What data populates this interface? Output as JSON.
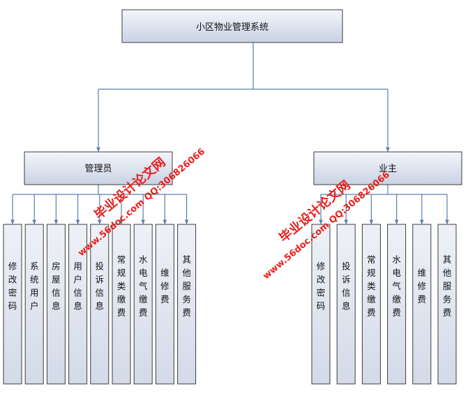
{
  "diagram": {
    "root": {
      "label": "小区物业管理系统"
    },
    "branches": [
      {
        "label": "管理员",
        "children": [
          "修改密码",
          "系统用户",
          "房屋信息",
          "用户信息",
          "投诉信息",
          "常规类缴费",
          "水电气缴费",
          "维修费",
          "其他服务费"
        ]
      },
      {
        "label": "业主",
        "children": [
          "修改密码",
          "投诉信息",
          "常规类缴费",
          "水电气缴费",
          "维修费",
          "其他服务费"
        ]
      }
    ]
  },
  "watermarks": [
    {
      "line1": "毕业设计论文网",
      "line2": "www.56doc.com  QQ:306826066"
    },
    {
      "line1": "毕业设计论文网",
      "line2": "www.56doc.com  QQ:306826066"
    }
  ],
  "colors": {
    "box_fill_light": "#eef1f7",
    "box_fill_dark": "#c9d2e4",
    "box_stroke": "#3c3c3c",
    "connector": "#5b7fae",
    "watermark": "#e8201c"
  }
}
